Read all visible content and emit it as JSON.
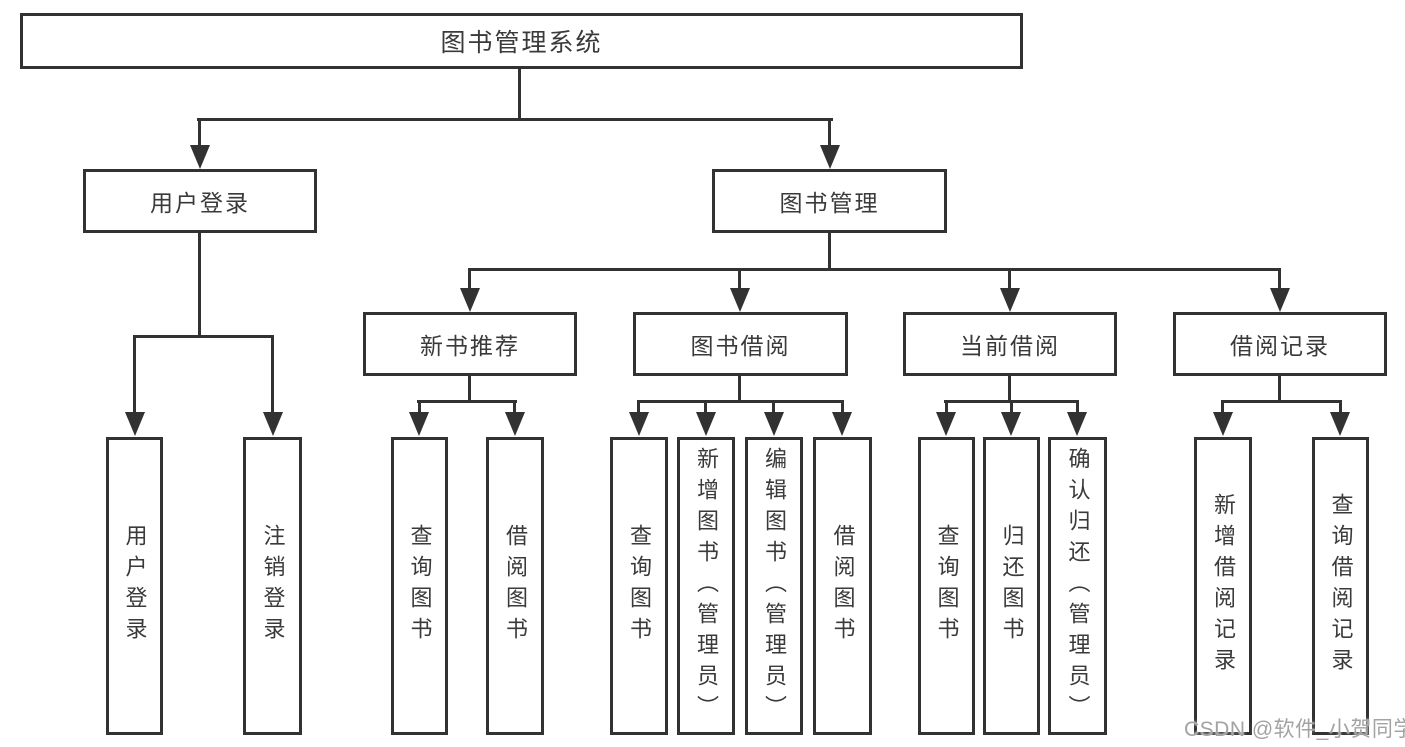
{
  "diagram": {
    "nodes": {
      "root": "图书管理系统",
      "level2": [
        "用户登录",
        "图书管理"
      ],
      "level3": [
        "新书推荐",
        "图书借阅",
        "当前借阅",
        "借阅记录"
      ],
      "leaves": [
        "用户登录",
        "注销登录",
        "查询图书",
        "借阅图书",
        "查询图书",
        "新增图书（管理员）",
        "编辑图书（管理员）",
        "借阅图书",
        "查询图书",
        "归还图书",
        "确认归还（管理员）",
        "新增借阅记录",
        "查询借阅记录"
      ]
    },
    "watermark": "CSDN @软件_小贺同学",
    "colors": {
      "line": "#323232",
      "text": "#3a3a3a",
      "watermark": "#a3a3a3",
      "background": "#ffffff"
    }
  }
}
